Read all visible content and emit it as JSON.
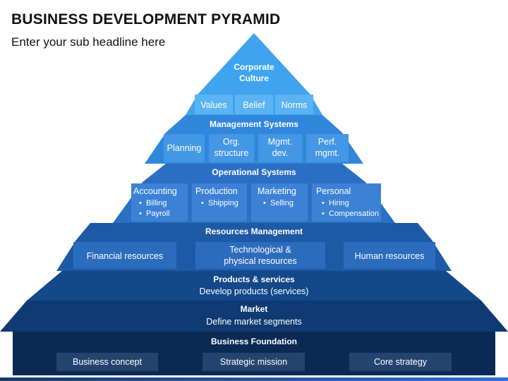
{
  "title": "BUSINESS DEVELOPMENT PYRAMID",
  "subtitle": "Enter your sub headline here",
  "tiers": {
    "culture": {
      "heading": "Corporate Culture",
      "items": [
        "Values",
        "Belief",
        "Norms"
      ]
    },
    "management": {
      "heading": "Management Systems",
      "items": [
        "Planning",
        "Org. structure",
        "Mgmt. dev.",
        "Perf. mgmt."
      ]
    },
    "operational": {
      "heading": "Operational Systems",
      "groups": [
        {
          "name": "Accounting",
          "bullets": [
            "Billing",
            "Payroll"
          ]
        },
        {
          "name": "Production",
          "bullets": [
            "Shipping"
          ]
        },
        {
          "name": "Marketing",
          "bullets": [
            "Selling"
          ]
        },
        {
          "name": "Personal",
          "bullets": [
            "Hiring",
            "Compensation"
          ]
        }
      ]
    },
    "resources": {
      "heading": "Resources Management",
      "items": [
        "Financial resources",
        "Technological & physical resources",
        "Human resources"
      ]
    },
    "products": {
      "heading": "Products & services",
      "text": "Develop products (services)"
    },
    "market": {
      "heading": "Market",
      "text": "Define market segments"
    },
    "foundation": {
      "heading": "Business Foundation",
      "items": [
        "Business concept",
        "Strategic mission",
        "Core strategy"
      ]
    }
  },
  "colors": {
    "tier_culture": "#3fa3ef",
    "tier_management": "#2f86db",
    "tier_operational": "#2a6fc4",
    "tier_resources": "#1c5aa6",
    "tier_products": "#134889",
    "tier_market": "#0f3a72",
    "tier_foundation": "#0a2a55"
  }
}
